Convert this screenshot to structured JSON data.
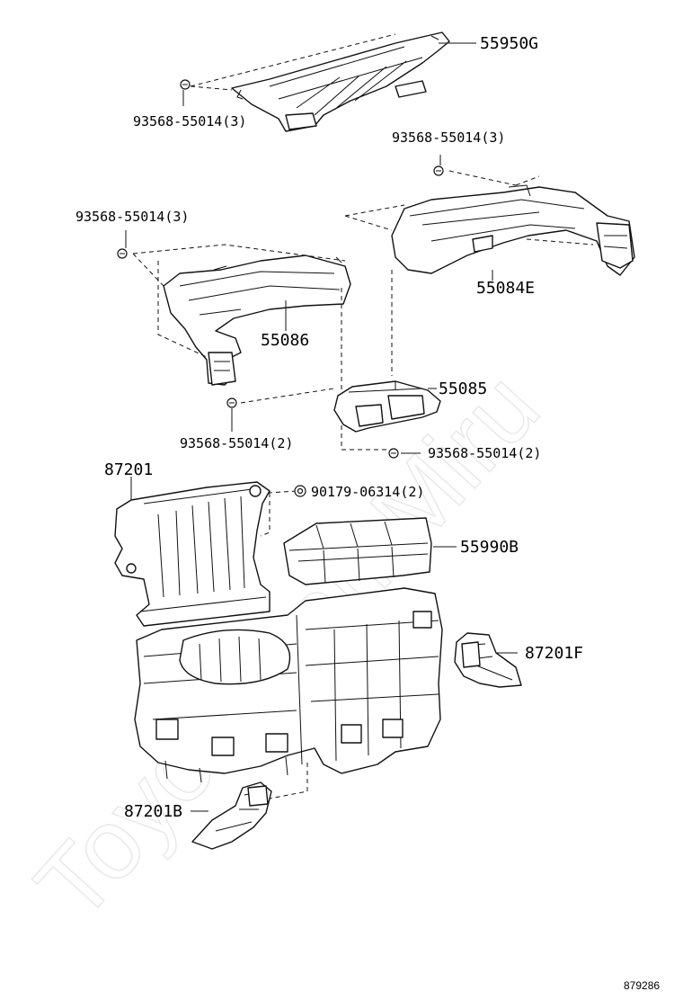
{
  "labels": {
    "l_55950G": "55950G",
    "l_9356855014_a": "93568-55014(3)",
    "l_9356855014_b": "93568-55014(3)",
    "l_9356855014_c": "93568-55014(3)",
    "l_55084E": "55084E",
    "l_55086": "55086",
    "l_55085": "55085",
    "l_9356855014_d": "93568-55014(2)",
    "l_9356855014_e": "93568-55014(2)",
    "l_87201": "87201",
    "l_9017906314": "90179-06314(2)",
    "l_55990B": "55990B",
    "l_87201F": "87201F",
    "l_87201B": "87201B"
  },
  "watermark": "ToyotaCamMiru",
  "doc_number": "879286",
  "colors": {
    "ink": "#111111",
    "paper": "#ffffff",
    "watermark": "#d9d9d9"
  }
}
